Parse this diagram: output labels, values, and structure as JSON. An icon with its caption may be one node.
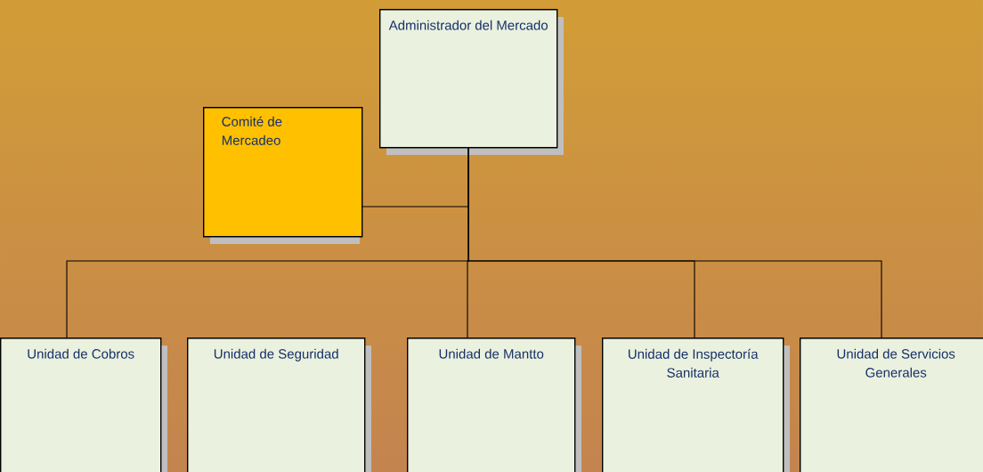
{
  "diagram": {
    "nodes": [
      {
        "text": [
          "Administrador del Mercado"
        ]
      },
      {
        "text": [
          "Comité de Mercadeo"
        ]
      },
      {
        "text": [
          "Unidad  de Cobros"
        ]
      },
      {
        "text": [
          "Unidad de Seguridad"
        ]
      },
      {
        "text": [
          "Unidad de Mantto"
        ]
      },
      {
        "text": [
          "Unidad de Inspectoría Sanitaria"
        ]
      },
      {
        "text": [
          "Unidad de Servicios Generales"
        ]
      }
    ],
    "edges": [
      {
        "from": 0,
        "to": 1,
        "arrow": "none"
      },
      {
        "from": 0,
        "to": 2,
        "arrow": "none"
      },
      {
        "from": 0,
        "to": 4,
        "arrow": "none"
      },
      {
        "from": 0,
        "to": 5,
        "arrow": "none"
      },
      {
        "from": 0,
        "to": 6,
        "arrow": "none"
      }
    ]
  }
}
